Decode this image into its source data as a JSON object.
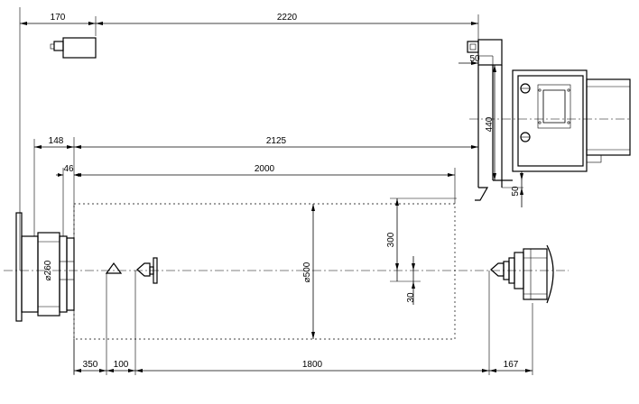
{
  "dimensions": {
    "d170": "170",
    "d2220": "2220",
    "d50_top": "50",
    "d440": "440",
    "d148": "148",
    "d2125": "2125",
    "d46": "46",
    "d2000": "2000",
    "d50_right": "50",
    "d300": "300",
    "d500": "⌀500",
    "d260": "⌀260",
    "d30": "30",
    "d350": "350",
    "d100": "100",
    "d1800": "1800",
    "d167": "167"
  }
}
